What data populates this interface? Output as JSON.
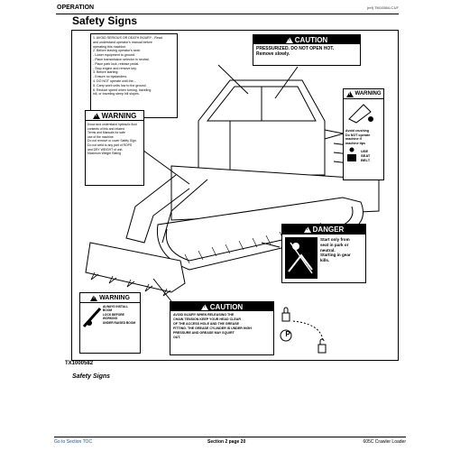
{
  "header": {
    "section": "OPERATION",
    "code": "(ref) TM10584-C1/F"
  },
  "title": "Safety Signs",
  "signs": {
    "top_left": {
      "band": "",
      "lines": [
        "1. AVOID SERIOUS OR DEATH INJURY - Read",
        "and understand operator's manual before",
        "operating this machine.",
        "2. Before leaving operator's seat:",
        "- Lower equipment to ground.",
        "- Place transmission selector in neutral.",
        "- Place park lock, release pedal.",
        "- Stop engine and remove key.",
        "3. Before starting:",
        "- Ensure no bystanders.",
        "4. DO NOT operate until the...",
        "5. Carry work units low to the ground.",
        "6. Reduce speed when turning, traveling",
        "hill, or traveling steep hill slopes."
      ]
    },
    "caution_top": {
      "band": "CAUTION",
      "lines": [
        "PRESSURIZED. DO NOT OPEN HOT.",
        "Remove slowly."
      ]
    },
    "warning_left": {
      "band": "WARNING",
      "lines": [
        "Know and understand hydraulic fluid",
        "contents of this and related",
        "Terms and Manuals for safe",
        "use of the machine.",
        "Do not remove or cover Safety Sign.",
        "Do not weld to any part of ROPS",
        "and DRY WEIGHT of unit.",
        "Maximum Weight Rating"
      ]
    },
    "warning_right": {
      "band": "WARNING",
      "lines": [
        "Avoid crushing",
        "Do NOT operate",
        "machine if",
        "machine tips",
        "USE",
        "SEAT",
        "BELT"
      ]
    },
    "danger": {
      "band": "DANGER",
      "lines": [
        "Start only from",
        "seat in park or",
        "neutral.",
        "Starting in gear",
        "kills."
      ]
    },
    "warning_bottom": {
      "band": "WARNING",
      "lines": [
        "ALWAYS INSTALL BOOM",
        "LOCK BEFORE WORKING",
        "UNDER RAISED BOOM"
      ]
    },
    "caution_bottom": {
      "band": "CAUTION",
      "lines": [
        "AVOID INJURY WHEN RELEASING THE",
        "CHAIN TENSION KEEP YOUR HEAD CLEAR",
        "OF THE ACCESS HOLE AND THE GREASE",
        "FITTING. THE GREASE CYLINDER IS UNDER HIGH",
        "PRESSURE AND GREASE MAY SQUIRT",
        "OUT."
      ]
    },
    "park_symbol": "P"
  },
  "figure_caption": "TX1000582",
  "subtitle": "Safety Signs",
  "footer": {
    "left": "Go to Section TOC",
    "center": "Section 2 page 20",
    "right": "605C Crawler Loader"
  }
}
